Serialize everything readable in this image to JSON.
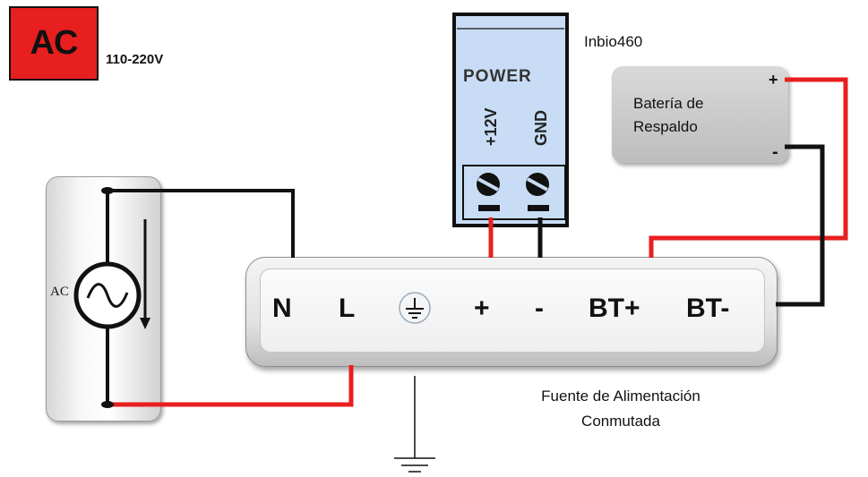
{
  "ac_box": {
    "label": "AC",
    "voltage": "110-220V"
  },
  "ac_source": {
    "label": "AC"
  },
  "controller": {
    "name": "Inbio460",
    "header": "POWER",
    "pins": [
      "+12V",
      "GND"
    ]
  },
  "battery": {
    "label_line1": "Batería de",
    "label_line2": "Respaldo",
    "plus": "+",
    "minus": "-"
  },
  "psu": {
    "terminals": [
      "N",
      "L",
      "+",
      "-",
      "BT+",
      "BT-"
    ],
    "label_line1": "Fuente de Alimentación",
    "label_line2": "Conmutada"
  },
  "colors": {
    "ac_red": "#e81f1f",
    "wire_red": "#e81f1f",
    "wire_black": "#111111",
    "module_blue": "#c8ddf5"
  }
}
